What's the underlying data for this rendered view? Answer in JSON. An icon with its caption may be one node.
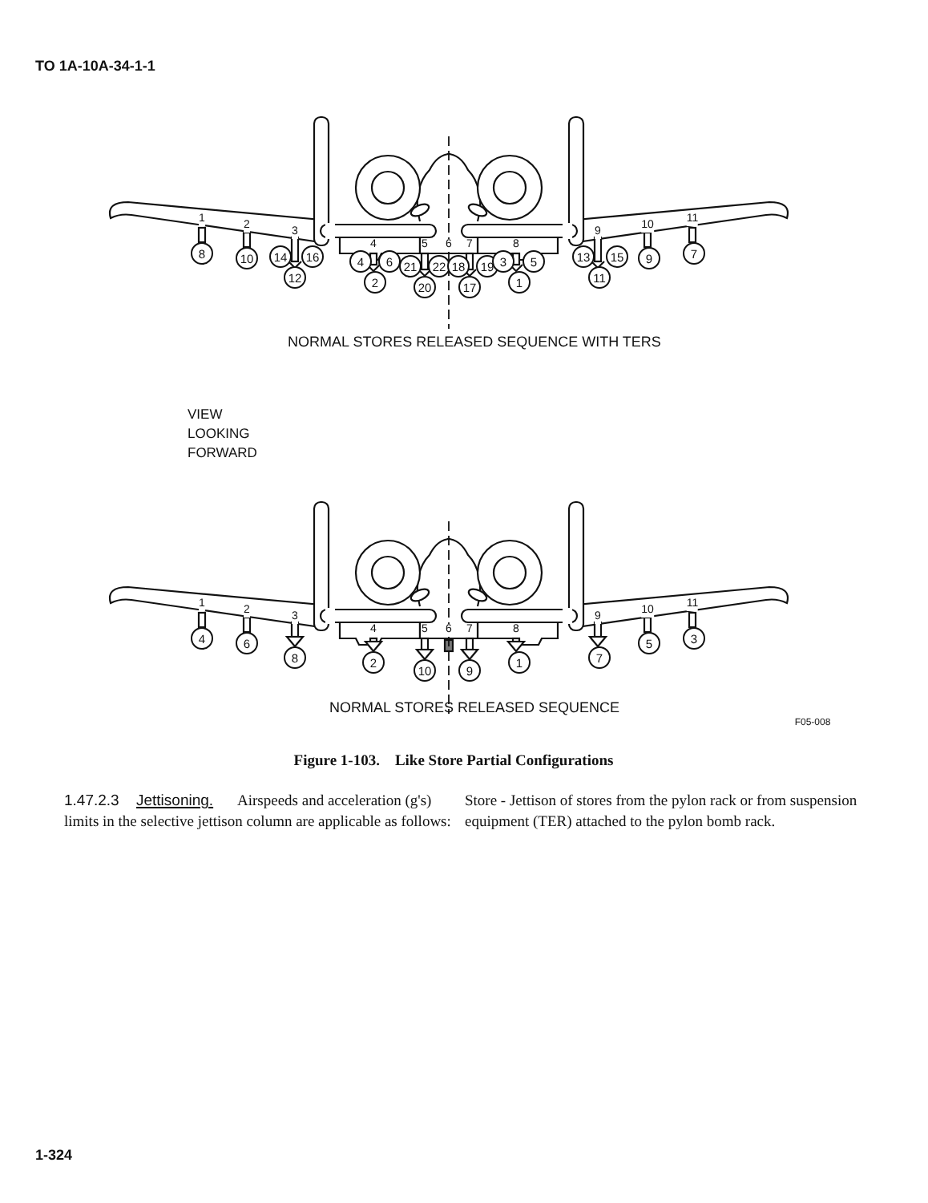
{
  "diagram": {
    "caption": "Figure 1-103.    Like Store Partial Configurations",
    "nodes": [
      {
        "text": [
          "8"
        ]
      },
      {
        "text": [
          "10"
        ]
      },
      {
        "text": [
          "14"
        ]
      },
      {
        "text": [
          "16"
        ]
      },
      {
        "text": [
          "12"
        ]
      },
      {
        "text": [
          "4"
        ]
      },
      {
        "text": [
          "6"
        ]
      },
      {
        "text": [
          "2"
        ]
      },
      {
        "text": [
          "21"
        ]
      },
      {
        "text": [
          "22"
        ]
      },
      {
        "text": [
          "20"
        ]
      },
      {
        "text": [
          "18"
        ]
      },
      {
        "text": [
          "19"
        ]
      },
      {
        "text": [
          "17"
        ]
      },
      {
        "text": [
          "3"
        ]
      },
      {
        "text": [
          "5"
        ]
      },
      {
        "text": [
          "1"
        ]
      },
      {
        "text": [
          "13"
        ]
      },
      {
        "text": [
          "15"
        ]
      },
      {
        "text": [
          "11"
        ]
      },
      {
        "text": [
          "9"
        ]
      },
      {
        "text": [
          "7"
        ]
      },
      {
        "text": [
          "4"
        ]
      },
      {
        "text": [
          "6"
        ]
      },
      {
        "text": [
          "8"
        ]
      },
      {
        "text": [
          "2"
        ]
      },
      {
        "text": [
          "10"
        ]
      },
      {
        "text": [
          "9"
        ]
      },
      {
        "text": [
          "1"
        ]
      },
      {
        "text": [
          "7"
        ]
      },
      {
        "text": [
          "5"
        ]
      },
      {
        "text": [
          "3"
        ]
      }
    ],
    "labels": [
      "TO 1A-10A-34-1-1",
      "1",
      "2",
      "3",
      "4",
      "5",
      "6",
      "7",
      "8",
      "9",
      "10",
      "11",
      "NORMAL STORES RELEASED SEQUENCE WITH TERS",
      "VIEW LOOKING FORWARD",
      "1",
      "2",
      "3",
      "4",
      "5",
      "6",
      "7",
      "8",
      "9",
      "10",
      "11",
      "NORMAL STORES RELEASED SEQUENCE",
      "F05-008",
      "1.47.2.3",
      "Jettisoning.",
      "Airspeeds and acceleration (g's) limits in the selective jettison column are applicable as follows:",
      "Store - Jettison of stores from the pylon rack or from suspension equipment (TER) attached to the pylon bomb rack.",
      "1-324"
    ]
  }
}
